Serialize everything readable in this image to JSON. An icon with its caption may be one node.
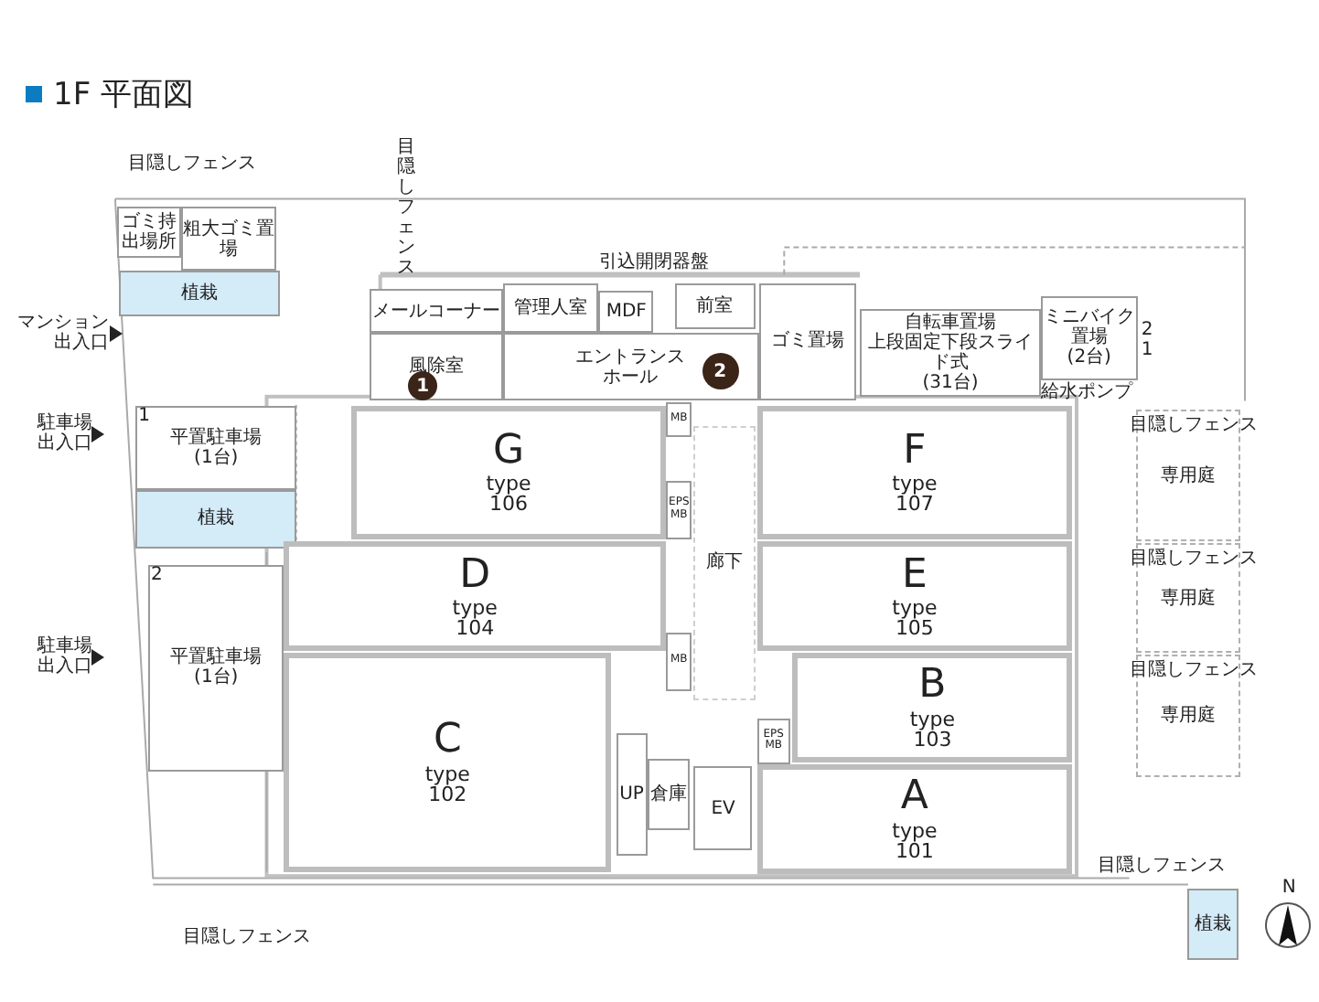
{
  "diagram": {
    "title": "1F 平面図",
    "nodes": [
      {
        "text": [
          "ゴミ持出場所"
        ]
      },
      {
        "text": [
          "粗大ゴミ置場"
        ]
      },
      {
        "text": [
          "植栽"
        ]
      },
      {
        "text": [
          "メールコーナー"
        ]
      },
      {
        "text": [
          "風除室"
        ]
      },
      {
        "text": [
          "1"
        ],
        "in": 4
      },
      {
        "text": [
          "管理人室"
        ]
      },
      {
        "text": [
          "MDF"
        ]
      },
      {
        "text": [
          "前室"
        ]
      },
      {
        "text": [
          "エントランスホール"
        ]
      },
      {
        "text": [
          "2"
        ],
        "in": 9
      },
      {
        "text": [
          "ゴミ置場"
        ]
      },
      {
        "text": [
          "自転車置場",
          "上段固定下段スライド式",
          "(31台)"
        ]
      },
      {
        "text": [
          "ミニバイク置場",
          "(2台)"
        ],
        "beside": [
          "2",
          "1"
        ]
      },
      {
        "text": [
          "平置駐車場",
          "(1台)"
        ]
      },
      {
        "text": [
          "植栽"
        ]
      },
      {
        "text": [
          "G",
          "type 106"
        ]
      },
      {
        "text": [
          "F",
          "type 107"
        ]
      },
      {
        "text": [
          "MB"
        ]
      },
      {
        "text": [
          "廊下"
        ]
      },
      {
        "text": [
          "EPS MB"
        ]
      },
      {
        "text": [
          "D",
          "type 104"
        ]
      },
      {
        "text": [
          "E",
          "type 105"
        ]
      },
      {
        "text": [
          "専用庭"
        ]
      },
      {
        "text": [
          "専用庭"
        ]
      },
      {
        "text": [
          "平置駐車場",
          "(1台)"
        ]
      },
      {
        "text": [
          "MB"
        ]
      },
      {
        "text": [
          "C",
          "type 102"
        ]
      },
      {
        "text": [
          "B",
          "type 103"
        ]
      },
      {
        "text": [
          "EPS MB"
        ]
      },
      {
        "text": [
          "専用庭"
        ]
      },
      {
        "text": [
          "UP"
        ]
      },
      {
        "text": [
          "倉庫"
        ]
      },
      {
        "text": [
          "EV"
        ]
      },
      {
        "text": [
          "A",
          "type 101"
        ]
      },
      {
        "text": [
          "植栽"
        ]
      }
    ],
    "labels": [
      "目隠しフェンス",
      "目隠しフェンス",
      "引込開閉器盤",
      "マンション出入口",
      "給水ポンプ",
      "1",
      "駐車場出入口",
      "目隠しフェンス",
      "目隠しフェンス",
      "2",
      "駐車場出入口",
      "目隠しフェンス",
      "目隠しフェンス",
      "目隠しフェンス",
      "N"
    ]
  }
}
